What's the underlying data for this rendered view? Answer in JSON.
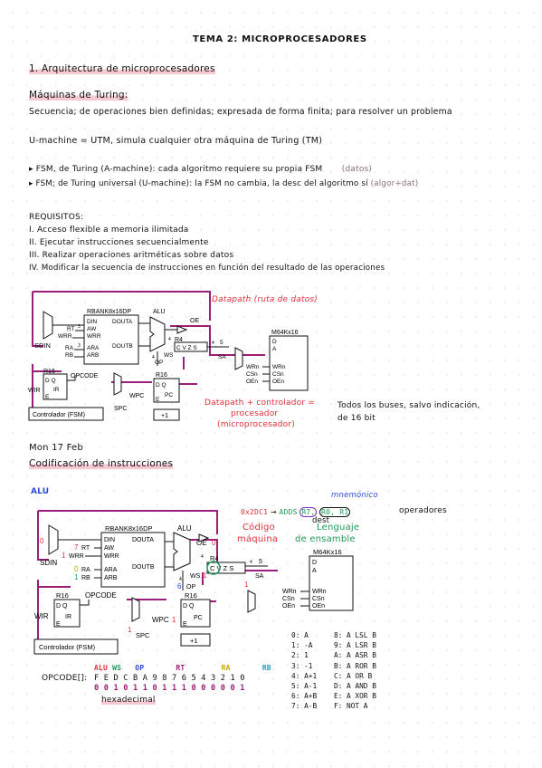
{
  "header": {
    "title": "TEMA 2: MICROPROCESADORES"
  },
  "section1": {
    "heading": "1. Arquitectura de microprocesadores"
  },
  "turing": {
    "heading": "Máquinas de Turing:",
    "line1": "Secuencia; de operaciones bien definidas; expresada de forma finita; para resolver un problema",
    "line2": "U-machine = UTM, simula cualquier otra máquina de Turing (TM)",
    "fsm1": "▸ FSM, de Turing (A-machine): cada algoritmo requiere su propia FSM",
    "fsm1_note": "(datos)",
    "fsm2": "▸ FSM; de Turing universal (U-machine): la FSM no cambia, la desc del algoritmo sí",
    "fsm2_note": "(algor+dat)"
  },
  "requisitos": {
    "heading": "REQUISITOS:",
    "items": [
      "I. Acceso flexible a memoria ilimitada",
      "II. Ejecutar instrucciones secuencialmente",
      "III. Realizar operaciones aritméticas sobre datos",
      "IV. Modificar la secuencia de instrucciones en función del resultado de las operaciones"
    ]
  },
  "diagram1": {
    "labels": {
      "rbank": "RBANK8x16DP",
      "din": "DIN",
      "douta": "DOUTA",
      "aw": "AW",
      "wrr": "WRR",
      "ara": "ARA",
      "arb": "ARB",
      "doutb": "DOUTB",
      "rt": "RT",
      "wrr_in": "WRR",
      "ra": "RA",
      "rb": "RB",
      "sdin": "SDIN",
      "alu": "ALU",
      "oe": "OE",
      "r4": "R4",
      "cvzs": "C V Z S",
      "ws": "WS",
      "op": "OP",
      "sa": "SA",
      "m64": "M64Kx16",
      "d": "D",
      "a": "A",
      "wrn": "WRn",
      "csn": "CSn",
      "oen": "OEn",
      "r16a": "R16",
      "opcode": "OPCODE",
      "dq": "D   Q",
      "ir": "IR",
      "wir": "WIR",
      "r16b": "R16",
      "pc": "PC",
      "wpc": "WPC",
      "spc": "SPC",
      "plus1": "+1",
      "fsm": "Controlador (FSM)",
      "e": "E",
      "n3": "3",
      "n4": "4",
      "n5": "5"
    },
    "datapath": "Datapath (ruta de datos)",
    "datapath_ctrl_1": "Datapath + controlador =",
    "datapath_ctrl_2": "procesador",
    "datapath_ctrl_3": "(microprocesador)",
    "note_1": "Todos los buses, salvo indicación,",
    "note_2": "de 16 bit"
  },
  "date": "Mon 17 Feb",
  "codif": {
    "heading": "Codificación de instrucciones"
  },
  "alu_label": "ALU",
  "diagram2": {
    "hex": "0x2DC1",
    "arrow": "→",
    "adds": "ADDS",
    "r7": "R7,",
    "r0r1": "R0, R1",
    "mnemonico": "mnemónico",
    "dest": "dest",
    "operadores": "operadores",
    "codigo": "Código",
    "maquina": "máquina",
    "lenguaje": "Lenguaje",
    "ensamble": "de ensamble",
    "rt_val": "7",
    "wrr_val": "1",
    "ra_val": "0",
    "rb_val": "1",
    "sdin_val": "0",
    "oe_val": "0",
    "ws_val": "1",
    "op_val": "6",
    "sa_val": "1",
    "wpc_val": "1",
    "spc_val": "1"
  },
  "opcode": {
    "label": "OPCODE[]:",
    "fields": [
      "ALU",
      "WS",
      "OP",
      "RT",
      "RA",
      "RB"
    ],
    "positions": "F E D C B A 9 8 7 6 5 4 3 2 1 0",
    "bits": "0 0 1 0 1 1 0 1 1 1 0 0 0 0 0 1",
    "hexadecimal": "hexadecimal"
  },
  "op_table": [
    "0: A      8: A LSL B",
    "1: -A     9: A LSR B",
    "2: 1      A: A ASR B",
    "3: -1     B: A ROR B",
    "4: A+1    C: A OR B",
    "5: A-1    D: A AND B",
    "6: A+B    E: A XOR B",
    "7: A-B    F: NOT A"
  ],
  "colors": {
    "bus": "#9b1e7a",
    "red": "#e0303a",
    "green": "#1e9a57",
    "blue": "#2a4bd7",
    "pink_hl": "#f6c9d3",
    "purple": "#7a2dc4",
    "yellow": "#c9a800",
    "cyan": "#1aa0c8"
  }
}
